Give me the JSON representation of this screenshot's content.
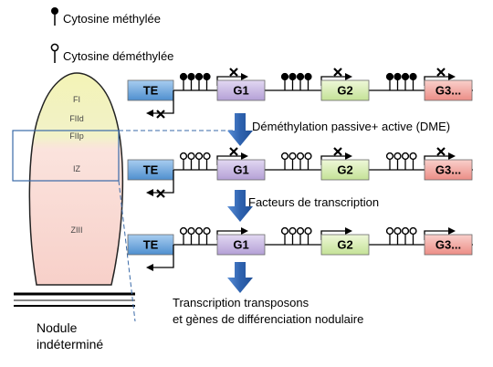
{
  "legend": {
    "methylated": "Cytosine méthylée",
    "demethylated": "Cytosine déméthylée"
  },
  "nodule": {
    "zones": [
      "FI",
      "FIId",
      "FIIp",
      "IZ",
      "ZIII"
    ],
    "caption_line1": "Nodule",
    "caption_line2": "indéterminé"
  },
  "labels": {
    "te": "TE",
    "g1": "G1",
    "g2": "G2",
    "g3": "G3..."
  },
  "steps": {
    "step1": "Déméthylation passive+ active (DME)",
    "step2": "Facteurs de transcription",
    "result_line1": "Transcription transposons",
    "result_line2": "et gènes de différenciation nodulaire"
  },
  "colors": {
    "te": "#6fa8dc",
    "g1": "#c8b8e0",
    "g2": "#d6edb0",
    "g3": "#f2a6a0",
    "arrow": "#2f63b0",
    "nodule_top": "#f0f0a8",
    "nodule_bottom": "#f8d6d0"
  }
}
